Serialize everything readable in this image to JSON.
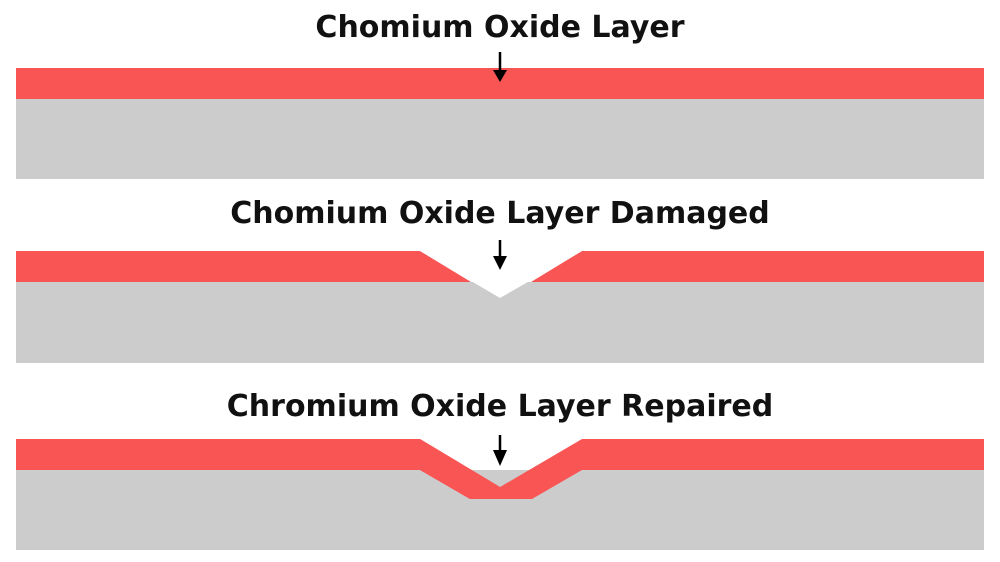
{
  "titles": {
    "intact": "Chomium Oxide Layer",
    "damaged": "Chomium Oxide Layer Damaged",
    "repaired": "Chromium Oxide Layer Repaired"
  },
  "colors": {
    "oxide_layer": "#fa5555",
    "base_metal": "#cccccc",
    "arrow": "#000000",
    "background": "#ffffff"
  }
}
